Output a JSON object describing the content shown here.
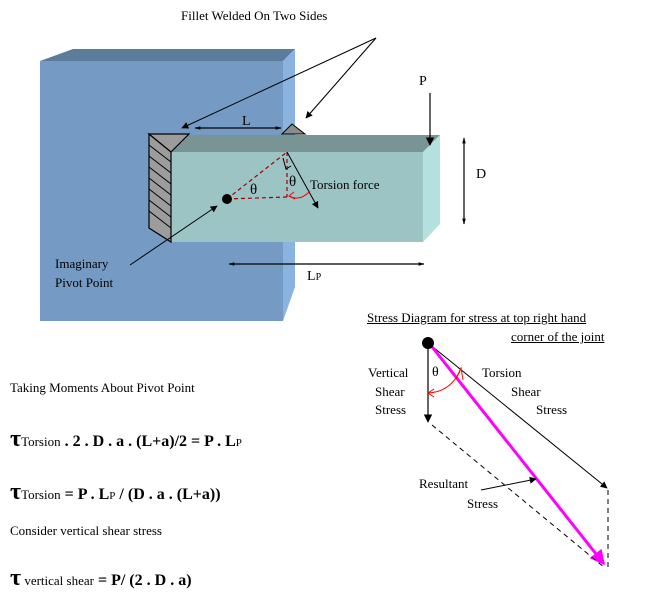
{
  "title": "Fillet Welded On Two Sides",
  "labels": {
    "L": "L",
    "P": "P",
    "D": "D",
    "Lp_main": "L",
    "Lp_sub": "P",
    "theta1": "θ",
    "theta2": "θ",
    "torsion_force": "Torsion force",
    "pivot_line1": "Imaginary",
    "pivot_line2": "Pivot Point"
  },
  "stress_diagram": {
    "title_line1": "Stress Diagram for  stress at top right hand",
    "title_line2": "corner of the joint",
    "theta": "θ",
    "vertical_line1": "Vertical",
    "vertical_line2": "Shear",
    "vertical_line3": "Stress",
    "torsion_line1": "Torsion",
    "torsion_line2": "Shear",
    "torsion_line3": "Stress",
    "resultant_line1": "Resultant",
    "resultant_line2": "Stress"
  },
  "equations": {
    "heading": "Taking Moments About Pivot Point",
    "eq1": {
      "tau": "τ",
      "sub": "Torsion",
      "body": " . 2 . D . a . (L+a)/2  =  P . L",
      "tail_sub": "P"
    },
    "eq2": {
      "tau": "τ",
      "sub": "Torsion",
      "body": " =  P . L",
      "mid_sub": "P",
      "tail": " / (D . a . (L+a))"
    },
    "note": "Consider vertical shear stress",
    "eq3": {
      "tau": "τ",
      "sub": " vertical shear",
      "body": " = P/ (2 . D . a)"
    }
  },
  "colors": {
    "wall_front": "#759bc4",
    "wall_top": "#5c7c9c",
    "wall_side": "#8ab3e0",
    "beam_front": "#9cc4c4",
    "beam_top": "#789494",
    "beam_side": "#b4e0e0",
    "weld": "#9c9c9c",
    "resultant": "#ff00ff",
    "angle_marks": "#ff0000",
    "dashed": "#a00000"
  }
}
